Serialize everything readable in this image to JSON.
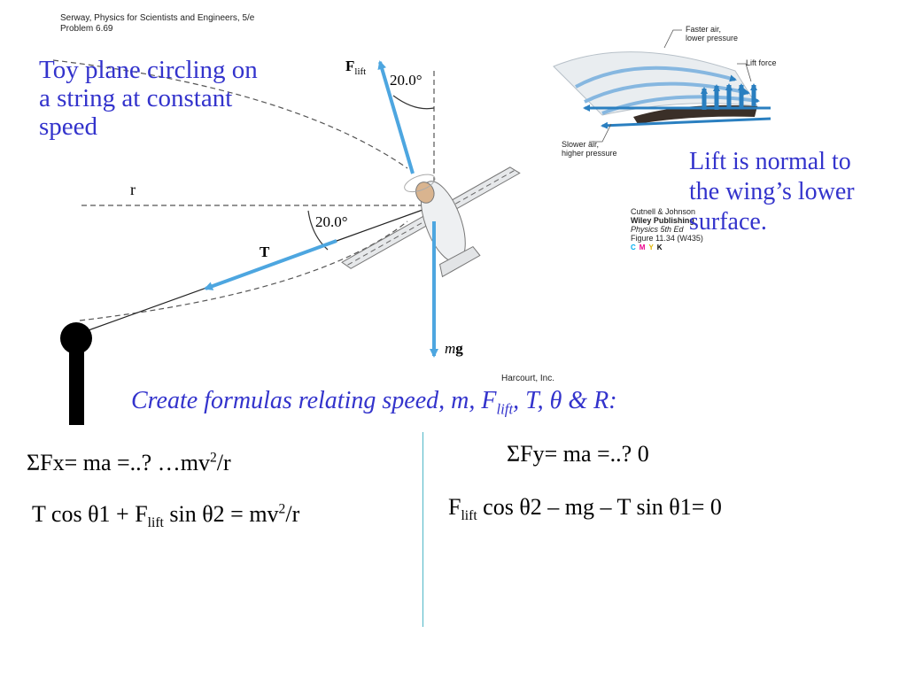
{
  "source": {
    "line1": "Serway, Physics for Scientists and Engineers, 5/e",
    "line2": "Problem 6.69"
  },
  "toy_plane_caption": [
    "Toy plane circling on",
    "a string at constant",
    "speed"
  ],
  "diagram": {
    "flift_main": "F",
    "flift_sub": "lift",
    "angle_top": "20.0°",
    "angle_left": "20.0°",
    "r_label": "r",
    "t_label": "T",
    "mg_m": "m",
    "mg_g": "g"
  },
  "wing_figure": {
    "faster_air_1": "Faster air,",
    "faster_air_2": "lower pressure",
    "lift_force": "Lift force",
    "slower_air_1": "Slower air,",
    "slower_air_2": "higher pressure"
  },
  "lift_caption": [
    "Lift is normal to",
    "the wing’s lower",
    "surface."
  ],
  "credits": {
    "line1": "Cutnell & Johnson",
    "line2": "Wiley Publishing",
    "line3": "Physics 5th Ed",
    "line4": "Figure 11.34 (W435)",
    "cmyk": [
      "C",
      "M",
      "Y",
      "K"
    ]
  },
  "harcourt": "Harcourt, Inc.",
  "task": {
    "prefix": "Create formulas relating speed, m, F",
    "sub": "lift",
    "suffix": ", T, θ & R:"
  },
  "left_formulas": {
    "sum_fx": "ΣFx= ma =..?  …mv",
    "sum_fx_sup": "2",
    "sum_fx_end": "/r",
    "eq_part1": "T cos θ1 + F",
    "eq_sub": "lift",
    "eq_part2": " sin θ2 = mv",
    "eq_sup": "2",
    "eq_end": "/r"
  },
  "right_formulas": {
    "sum_fy": "ΣFy= ma =..?   0",
    "eq_f": "F",
    "eq_sub": "lift",
    "eq_rest": " cos θ2 – mg – T sin θ1= 0"
  },
  "colors": {
    "caption_blue": "#3333cc",
    "arrow_blue": "#4da6e0",
    "divider": "#4fb6c6",
    "cmyk_c": "#00aeef",
    "cmyk_m": "#ec008c",
    "cmyk_y": "#ffcc00",
    "cmyk_k": "#000000"
  }
}
